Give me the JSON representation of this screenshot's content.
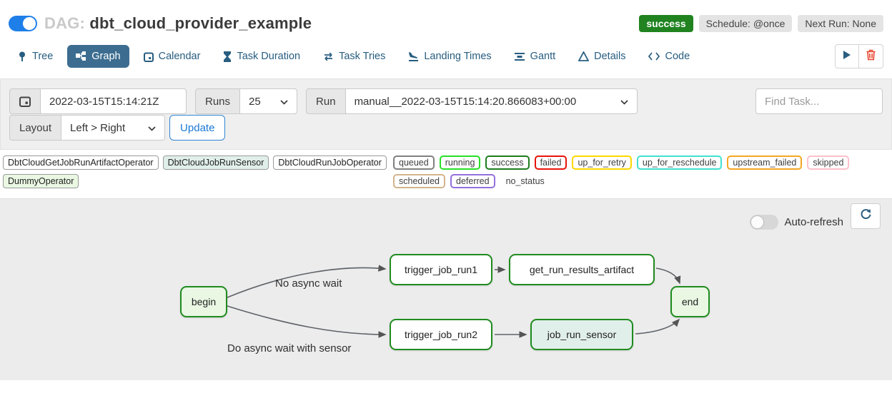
{
  "header": {
    "dag_label": "DAG:",
    "dag_name": "dbt_cloud_provider_example",
    "status_badge": "success",
    "schedule_badge": "Schedule: @once",
    "next_run_badge": "Next Run: None",
    "status_badge_color": "#208320",
    "toggle_on": true
  },
  "tabs": [
    {
      "label": "Tree",
      "icon": "tree-icon",
      "active": false
    },
    {
      "label": "Graph",
      "icon": "graph-icon",
      "active": true
    },
    {
      "label": "Calendar",
      "icon": "calendar-icon",
      "active": false
    },
    {
      "label": "Task Duration",
      "icon": "hourglass-icon",
      "active": false
    },
    {
      "label": "Task Tries",
      "icon": "repeat-icon",
      "active": false
    },
    {
      "label": "Landing Times",
      "icon": "plane-landing-icon",
      "active": false
    },
    {
      "label": "Gantt",
      "icon": "gantt-bars-icon",
      "active": false
    },
    {
      "label": "Details",
      "icon": "triangle-icon",
      "active": false
    },
    {
      "label": "Code",
      "icon": "code-icon",
      "active": false
    }
  ],
  "filters": {
    "base_date_value": "2022-03-15T15:14:21Z",
    "runs_label": "Runs",
    "runs_value": "25",
    "run_label": "Run",
    "run_value": "manual__2022-03-15T15:14:20.866083+00:00",
    "find_task_placeholder": "Find Task...",
    "layout_label": "Layout",
    "layout_value": "Left > Right",
    "update_label": "Update"
  },
  "operator_legend": [
    {
      "label": "DbtCloudGetJobRunArtifactOperator",
      "bg": "#ffffff"
    },
    {
      "label": "DbtCloudJobRunSensor",
      "bg": "#e1efeb"
    },
    {
      "label": "DbtCloudRunJobOperator",
      "bg": "#ffffff"
    },
    {
      "label": "DummyOperator",
      "bg": "#e9f7e3"
    }
  ],
  "status_legend": [
    {
      "label": "queued",
      "color": "#808080"
    },
    {
      "label": "running",
      "color": "#27e027"
    },
    {
      "label": "success",
      "color": "#1e7d1e"
    },
    {
      "label": "failed",
      "color": "#e81309"
    },
    {
      "label": "up_for_retry",
      "color": "#ffd700"
    },
    {
      "label": "up_for_reschedule",
      "color": "#40e0d0"
    },
    {
      "label": "upstream_failed",
      "color": "#f5a623"
    },
    {
      "label": "skipped",
      "color": "#ffc0cb"
    },
    {
      "label": "scheduled",
      "color": "#d2b48c"
    },
    {
      "label": "deferred",
      "color": "#9370db"
    },
    {
      "label": "no_status",
      "color": "none"
    }
  ],
  "graph": {
    "auto_refresh_label": "Auto-refresh",
    "nodes": [
      {
        "id": "begin",
        "label": "begin",
        "fill": "#e9f7e3",
        "border": "#1f8c1f"
      },
      {
        "id": "trigger_job_run1",
        "label": "trigger_job_run1",
        "fill": "#ffffff",
        "border": "#1f8c1f"
      },
      {
        "id": "get_run_results_artifact",
        "label": "get_run_results_artifact",
        "fill": "#ffffff",
        "border": "#1f8c1f"
      },
      {
        "id": "trigger_job_run2",
        "label": "trigger_job_run2",
        "fill": "#ffffff",
        "border": "#1f8c1f"
      },
      {
        "id": "job_run_sensor",
        "label": "job_run_sensor",
        "fill": "#e1efeb",
        "border": "#1f8c1f"
      },
      {
        "id": "end",
        "label": "end",
        "fill": "#e9f7e3",
        "border": "#1f8c1f"
      }
    ],
    "edge_labels": {
      "top": "No async wait",
      "bottom": "Do async wait with sensor"
    }
  }
}
